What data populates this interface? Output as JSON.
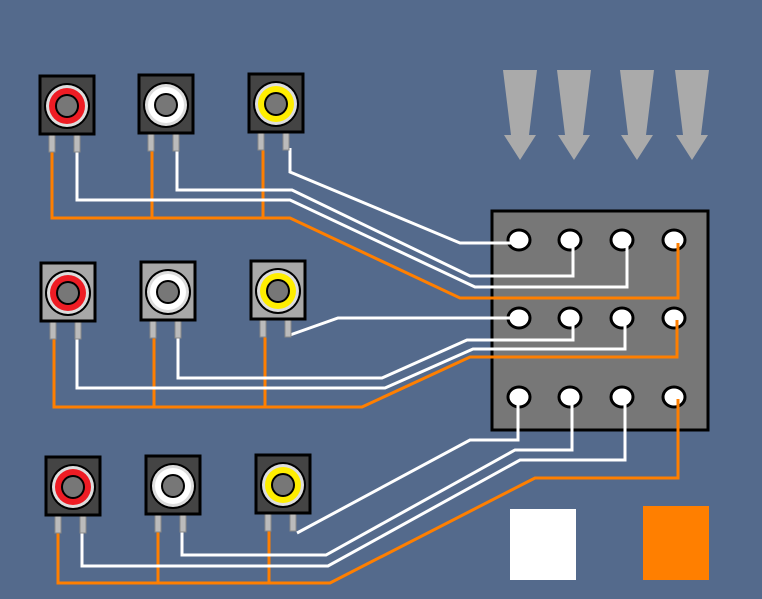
{
  "colors": {
    "background": "#546a8c",
    "wire_signal": "#ffffff",
    "wire_ground": "#ff7f00",
    "switch_body": "#777777",
    "jack_dark": "#444444",
    "jack_light": "#a8a8a8",
    "ring_red": "#ee1c24",
    "ring_white": "#ffffff",
    "ring_yellow": "#ffee00",
    "arrow": "#aaaaaa",
    "legend_signal": "#ffffff",
    "legend_ground": "#ff7f00"
  },
  "jack_rows": [
    {
      "body": "dark",
      "rings": [
        "red",
        "white",
        "yellow"
      ]
    },
    {
      "body": "light",
      "rings": [
        "red",
        "white",
        "yellow"
      ]
    },
    {
      "body": "dark",
      "rings": [
        "red",
        "white",
        "yellow"
      ]
    }
  ],
  "switch": {
    "rows": 3,
    "columns": 4
  },
  "arrows": {
    "count": 4,
    "direction": "down"
  },
  "legend_swatches": [
    "white",
    "orange"
  ]
}
